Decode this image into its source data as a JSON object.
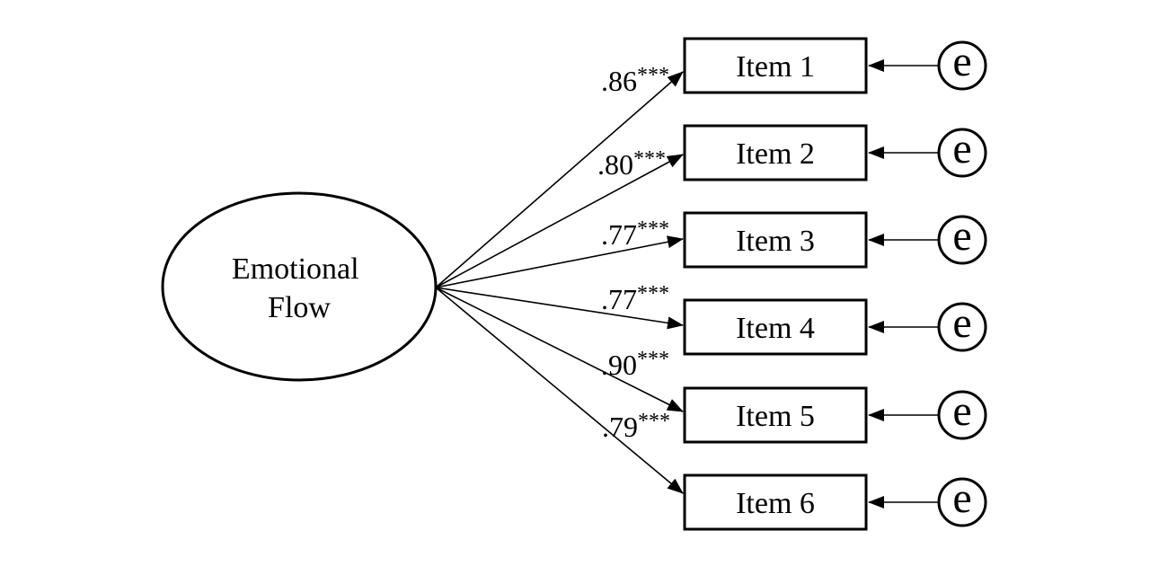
{
  "diagram_type": "confirmatory-factor-analysis-path-diagram",
  "factor": {
    "label_line1": "Emotional",
    "label_line2": "Flow"
  },
  "items": [
    {
      "label": "Item 1",
      "loading": ".86",
      "significance": "***",
      "error": "e"
    },
    {
      "label": "Item 2",
      "loading": ".80",
      "significance": "***",
      "error": "e"
    },
    {
      "label": "Item 3",
      "loading": ".77",
      "significance": "***",
      "error": "e"
    },
    {
      "label": "Item 4",
      "loading": ".77",
      "significance": "***",
      "error": "e"
    },
    {
      "label": "Item 5",
      "loading": ".90",
      "significance": "***",
      "error": "e"
    },
    {
      "label": "Item 6",
      "loading": ".79",
      "significance": "***",
      "error": "e"
    }
  ],
  "colors": {
    "stroke": "#000000",
    "background": "#ffffff"
  }
}
